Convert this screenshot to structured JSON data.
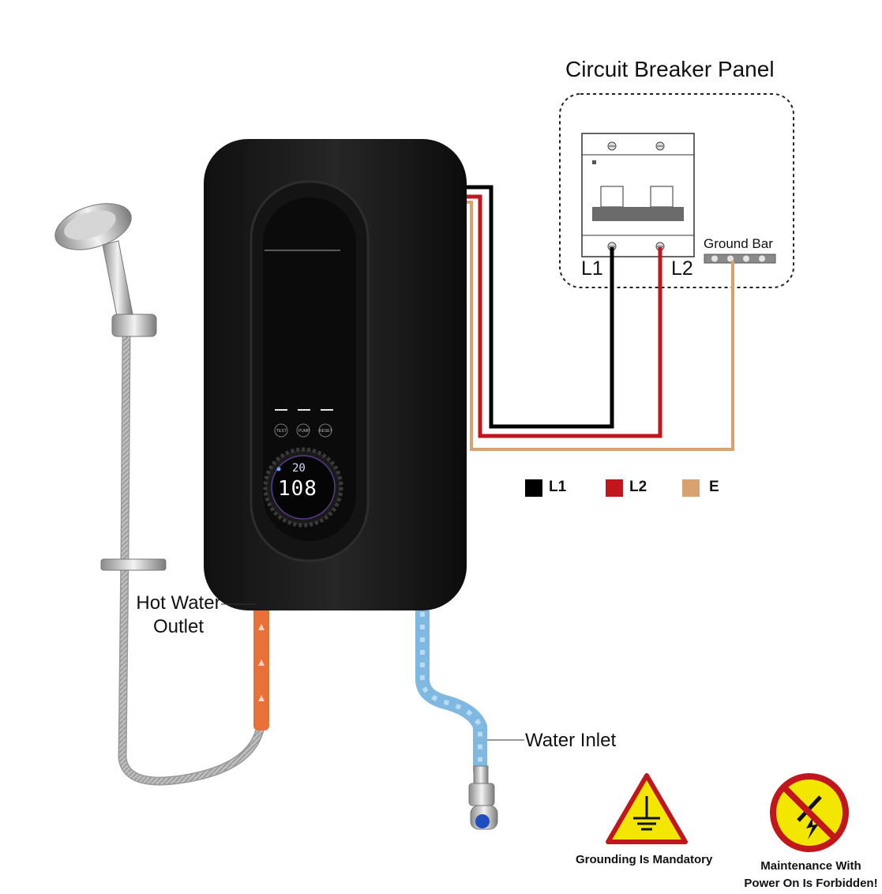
{
  "panel": {
    "title": "Circuit Breaker Panel",
    "ground_bar_label": "Ground Bar",
    "terminal_l1": "L1",
    "terminal_l2": "L2"
  },
  "legend": [
    {
      "key": "L1",
      "color": "#000000"
    },
    {
      "key": "L2",
      "color": "#c0161c"
    },
    {
      "key": "E",
      "color": "#d9a070"
    }
  ],
  "heater": {
    "buttons": [
      "TEST",
      "PUMP",
      "RESET"
    ],
    "display_temp": "108",
    "display_sub": "20"
  },
  "labels": {
    "hot_water_line1": "Hot Water",
    "hot_water_line2": "Outlet",
    "water_inlet": "Water Inlet"
  },
  "warnings": {
    "grounding": "Grounding Is Mandatory",
    "maintenance_line1": "Maintenance With",
    "maintenance_line2": "Power On Is Forbidden!"
  },
  "colors": {
    "wire_l1": "#000000",
    "wire_l2": "#c0161c",
    "wire_earth": "#d9a070",
    "hot_pipe": "#e8713a",
    "cold_pipe": "#7fb8e0",
    "heater_body": "#1c1c1c"
  }
}
